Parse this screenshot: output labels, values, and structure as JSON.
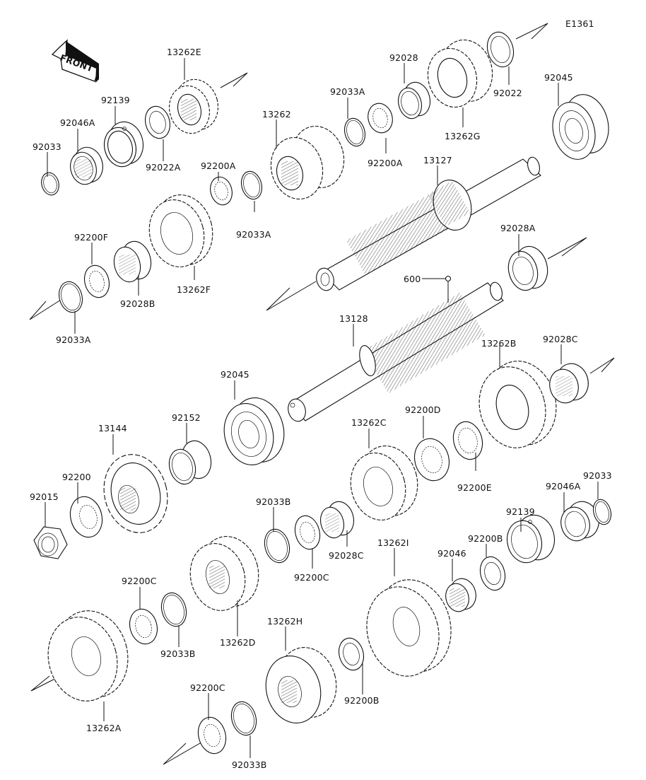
{
  "diagram": {
    "code": "E1361",
    "front_label": "FRONT",
    "colors": {
      "ink": "#111111",
      "background": "#ffffff"
    },
    "parts": [
      {
        "id": "13262E",
        "label": "13262E",
        "kind": "gear"
      },
      {
        "id": "92139_top",
        "label": "92139",
        "kind": "collar"
      },
      {
        "id": "92046A_top",
        "label": "92046A",
        "kind": "needle-bearing"
      },
      {
        "id": "92033_top",
        "label": "92033",
        "kind": "circlip"
      },
      {
        "id": "92022A",
        "label": "92022A",
        "kind": "washer"
      },
      {
        "id": "13262",
        "label": "13262",
        "kind": "gear"
      },
      {
        "id": "92200A_left",
        "label": "92200A",
        "kind": "toothed-washer"
      },
      {
        "id": "92033A_mid",
        "label": "92033A",
        "kind": "circlip"
      },
      {
        "id": "92033A_top",
        "label": "92033A",
        "kind": "circlip"
      },
      {
        "id": "92200A_right",
        "label": "92200A",
        "kind": "toothed-washer"
      },
      {
        "id": "92028",
        "label": "92028",
        "kind": "bushing"
      },
      {
        "id": "13262G",
        "label": "13262G",
        "kind": "gear"
      },
      {
        "id": "92022",
        "label": "92022",
        "kind": "washer"
      },
      {
        "id": "92045_top",
        "label": "92045",
        "kind": "ball-bearing"
      },
      {
        "id": "13127",
        "label": "13127",
        "kind": "shaft"
      },
      {
        "id": "92200F",
        "label": "92200F",
        "kind": "toothed-washer"
      },
      {
        "id": "92028B",
        "label": "92028B",
        "kind": "bushing"
      },
      {
        "id": "13262F",
        "label": "13262F",
        "kind": "gear"
      },
      {
        "id": "92033A_bottom",
        "label": "92033A",
        "kind": "circlip"
      },
      {
        "id": "92028A",
        "label": "92028A",
        "kind": "bushing"
      },
      {
        "id": "600",
        "label": "600",
        "kind": "oil-hole-marker"
      },
      {
        "id": "13128",
        "label": "13128",
        "kind": "shaft"
      },
      {
        "id": "13262B",
        "label": "13262B",
        "kind": "gear"
      },
      {
        "id": "92028C_right",
        "label": "92028C",
        "kind": "bushing"
      },
      {
        "id": "92045_bottom",
        "label": "92045",
        "kind": "ball-bearing"
      },
      {
        "id": "92152",
        "label": "92152",
        "kind": "collar"
      },
      {
        "id": "13144",
        "label": "13144",
        "kind": "sprocket"
      },
      {
        "id": "92200",
        "label": "92200",
        "kind": "toothed-washer"
      },
      {
        "id": "92015",
        "label": "92015",
        "kind": "nut"
      },
      {
        "id": "13262C",
        "label": "13262C",
        "kind": "gear"
      },
      {
        "id": "92200D",
        "label": "92200D",
        "kind": "lock-washer"
      },
      {
        "id": "92200E",
        "label": "92200E",
        "kind": "lock-washer"
      },
      {
        "id": "92033B_mid",
        "label": "92033B",
        "kind": "circlip"
      },
      {
        "id": "92200C_mid",
        "label": "92200C",
        "kind": "toothed-washer"
      },
      {
        "id": "92028C_mid",
        "label": "92028C",
        "kind": "bushing"
      },
      {
        "id": "13262I",
        "label": "13262I",
        "kind": "gear"
      },
      {
        "id": "92046",
        "label": "92046",
        "kind": "needle-bearing"
      },
      {
        "id": "92200B_top",
        "label": "92200B",
        "kind": "washer"
      },
      {
        "id": "92139_bottom",
        "label": "92139",
        "kind": "collar"
      },
      {
        "id": "92046A_bottom",
        "label": "92046A",
        "kind": "needle-bearing"
      },
      {
        "id": "92033_bottom",
        "label": "92033",
        "kind": "circlip"
      },
      {
        "id": "13262D",
        "label": "13262D",
        "kind": "gear"
      },
      {
        "id": "92200C_left",
        "label": "92200C",
        "kind": "toothed-washer"
      },
      {
        "id": "92033B_left",
        "label": "92033B",
        "kind": "circlip"
      },
      {
        "id": "13262A",
        "label": "13262A",
        "kind": "gear"
      },
      {
        "id": "13262H",
        "label": "13262H",
        "kind": "gear"
      },
      {
        "id": "92200B_bottom",
        "label": "92200B",
        "kind": "washer"
      },
      {
        "id": "92200C_bottom",
        "label": "92200C",
        "kind": "toothed-washer"
      },
      {
        "id": "92033B_bottom",
        "label": "92033B",
        "kind": "circlip"
      }
    ]
  }
}
